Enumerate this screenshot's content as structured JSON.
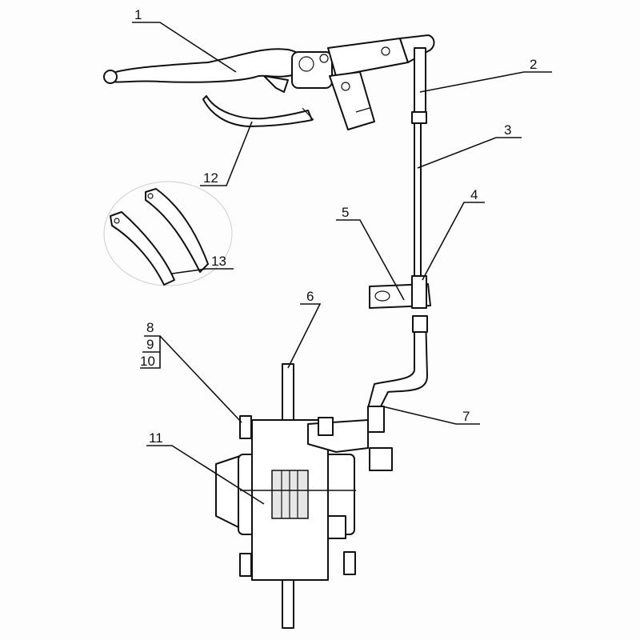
{
  "diagram": {
    "title": "Hydraulic brake assembly exploded view",
    "callouts": [
      {
        "id": "1",
        "label": "1"
      },
      {
        "id": "2",
        "label": "2"
      },
      {
        "id": "3",
        "label": "3"
      },
      {
        "id": "4",
        "label": "4"
      },
      {
        "id": "5",
        "label": "5"
      },
      {
        "id": "6",
        "label": "6"
      },
      {
        "id": "7",
        "label": "7"
      },
      {
        "id": "8",
        "label": "8"
      },
      {
        "id": "9",
        "label": "9"
      },
      {
        "id": "10",
        "label": "10"
      },
      {
        "id": "11",
        "label": "11"
      },
      {
        "id": "12",
        "label": "12"
      },
      {
        "id": "13",
        "label": "13"
      }
    ]
  }
}
